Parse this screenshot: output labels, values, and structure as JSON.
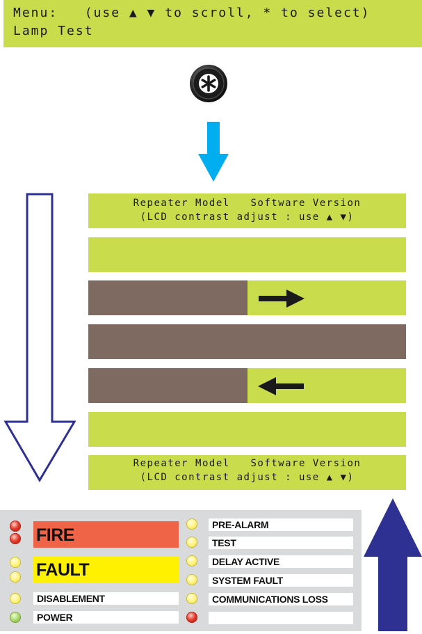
{
  "menu_display": {
    "line1": "Menu:   (use ▲ ▼ to scroll, * to select)",
    "line2": "Lamp Test"
  },
  "select_key": {
    "icon": "asterisk-key-icon",
    "label": "*"
  },
  "steps": {
    "first": {
      "line1": "Repeater Model   Software Version",
      "line2": "(LCD contrast adjust : use ▲ ▼)"
    },
    "last": {
      "line1": "Repeater Model   Software Version",
      "line2": "(LCD contrast adjust : use ▲ ▼)"
    }
  },
  "panel": {
    "fire": "FIRE",
    "fault": "FAULT",
    "disablement": "DISABLEMENT",
    "power": "POWER",
    "pre_alarm": "PRE-ALARM",
    "test": "TEST",
    "delay_active": "DELAY ACTIVE",
    "system_fault": "SYSTEM FAULT",
    "communications_loss": "COMMUNICATIONS LOSS",
    "spare": ""
  },
  "colors": {
    "lcd_green": "#c8dc4c",
    "lcd_dark": "#7f6a62",
    "fire_red": "#ef6447",
    "fault_yellow": "#fff100",
    "flow_arrow_blue": "#00aeef",
    "sequence_arrow_navy": "#2e3192"
  }
}
